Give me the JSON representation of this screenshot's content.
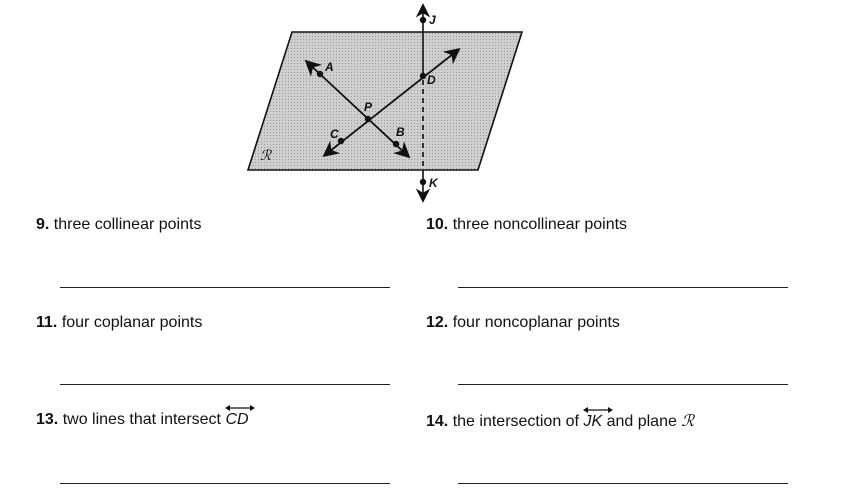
{
  "figure": {
    "plane_label": "ℛ",
    "points": {
      "A": "A",
      "B": "B",
      "C": "C",
      "D": "D",
      "P": "P",
      "J": "J",
      "K": "K"
    }
  },
  "questions": [
    {
      "num": "9.",
      "text": "three collinear points"
    },
    {
      "num": "10.",
      "text": "three noncollinear points"
    },
    {
      "num": "11.",
      "text": "four coplanar points"
    },
    {
      "num": "12.",
      "text": "four noncoplanar points"
    },
    {
      "num": "13.",
      "text": "two lines that intersect",
      "line": "CD"
    },
    {
      "num": "14.",
      "text_before": "the intersection of",
      "line": "JK",
      "text_after": "and plane",
      "plane": "ℛ"
    }
  ],
  "colors": {
    "plane_fill": "#c9c9c9",
    "ink": "#111111"
  }
}
